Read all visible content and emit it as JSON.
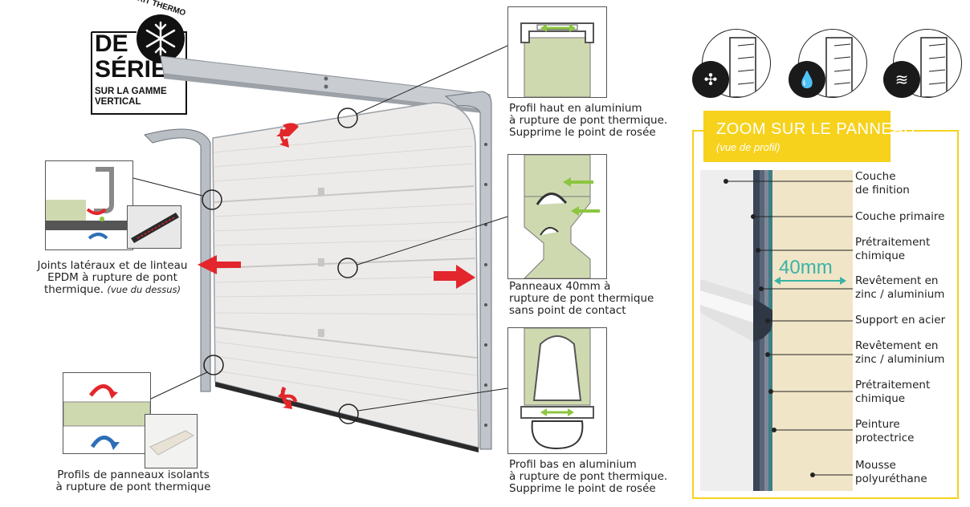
{
  "badge": {
    "kit_line": "KIT THERMO",
    "line1": "DE",
    "line2": "SÉRIE",
    "line3": "SUR LA GAMME",
    "line4": "VERTICAL"
  },
  "captions": {
    "profil_haut": [
      "Profil haut en aluminium",
      "à rupture de pont thermique.",
      "Supprime le point de rosée"
    ],
    "panneaux": [
      "Panneaux 40mm à",
      "rupture de pont thermique",
      "sans point de contact"
    ],
    "profil_bas": [
      "Profil bas en aluminium",
      "à rupture de pont thermique.",
      "Supprime le point de rosée"
    ],
    "joints": [
      "Joints latéraux et de linteau",
      "EPDM à rupture de pont"
    ],
    "joints_line3": "thermique.",
    "joints_note": "(vue du dessus)",
    "profils_panneaux": [
      "Profils de panneaux isolants",
      "à rupture de pont thermique"
    ]
  },
  "zoom": {
    "title": "ZOOM SUR LE PANNEAU",
    "subtitle": "(vue de profil)",
    "thickness": "40mm",
    "layers": [
      [
        "Couche",
        "de finition"
      ],
      [
        "Couche primaire"
      ],
      [
        "Prétraitement",
        "chimique"
      ],
      [
        "Revêtement en",
        "zinc / aluminium"
      ],
      [
        "Support en acier"
      ],
      [
        "Revêtement en",
        "zinc / aluminium"
      ],
      [
        "Prétraitement",
        "chimique"
      ],
      [
        "Peinture",
        "protectrice"
      ],
      [
        "Mousse",
        "polyuréthane"
      ]
    ]
  },
  "icons": [
    "fan-icon",
    "water-drops-icon",
    "wind-icon"
  ],
  "colors": {
    "arrow_red": "#e3262b",
    "arrow_green": "#8cc63f",
    "arrow_blue": "#2c6fb6",
    "foam": "#f1e5c8",
    "panel_green": "#cfd9b0",
    "zoom_yellow": "#f6d21c"
  }
}
